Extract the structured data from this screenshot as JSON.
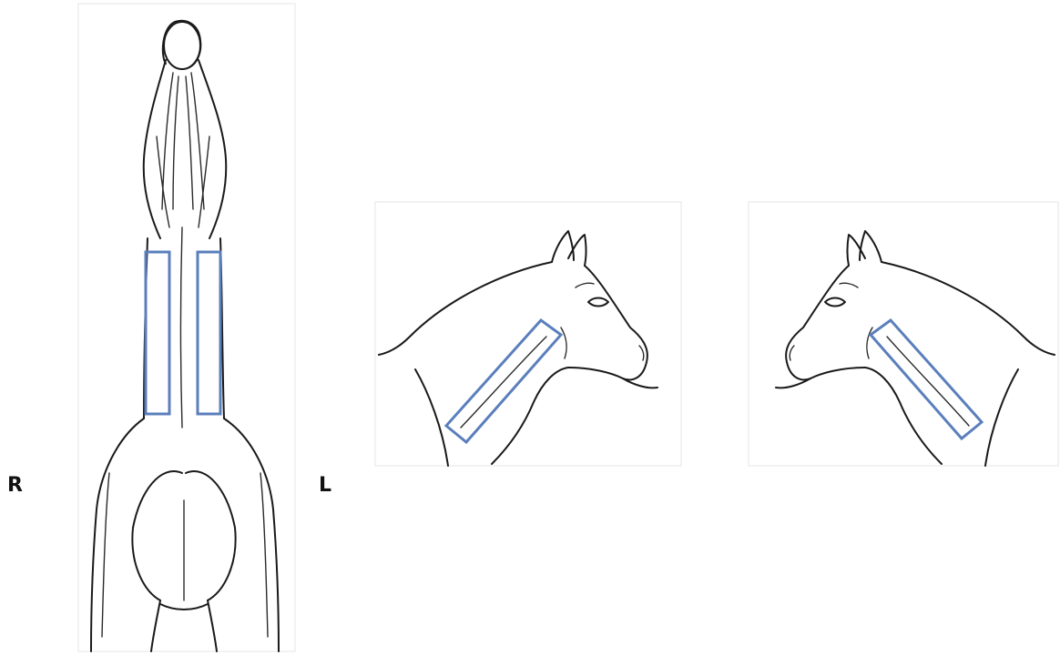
{
  "labels": {
    "right": "R",
    "left": "L"
  },
  "highlight": {
    "color": "#5b7fbc",
    "regions": [
      "front-right-neck",
      "front-left-neck",
      "right-side-neck",
      "left-side-neck"
    ]
  }
}
